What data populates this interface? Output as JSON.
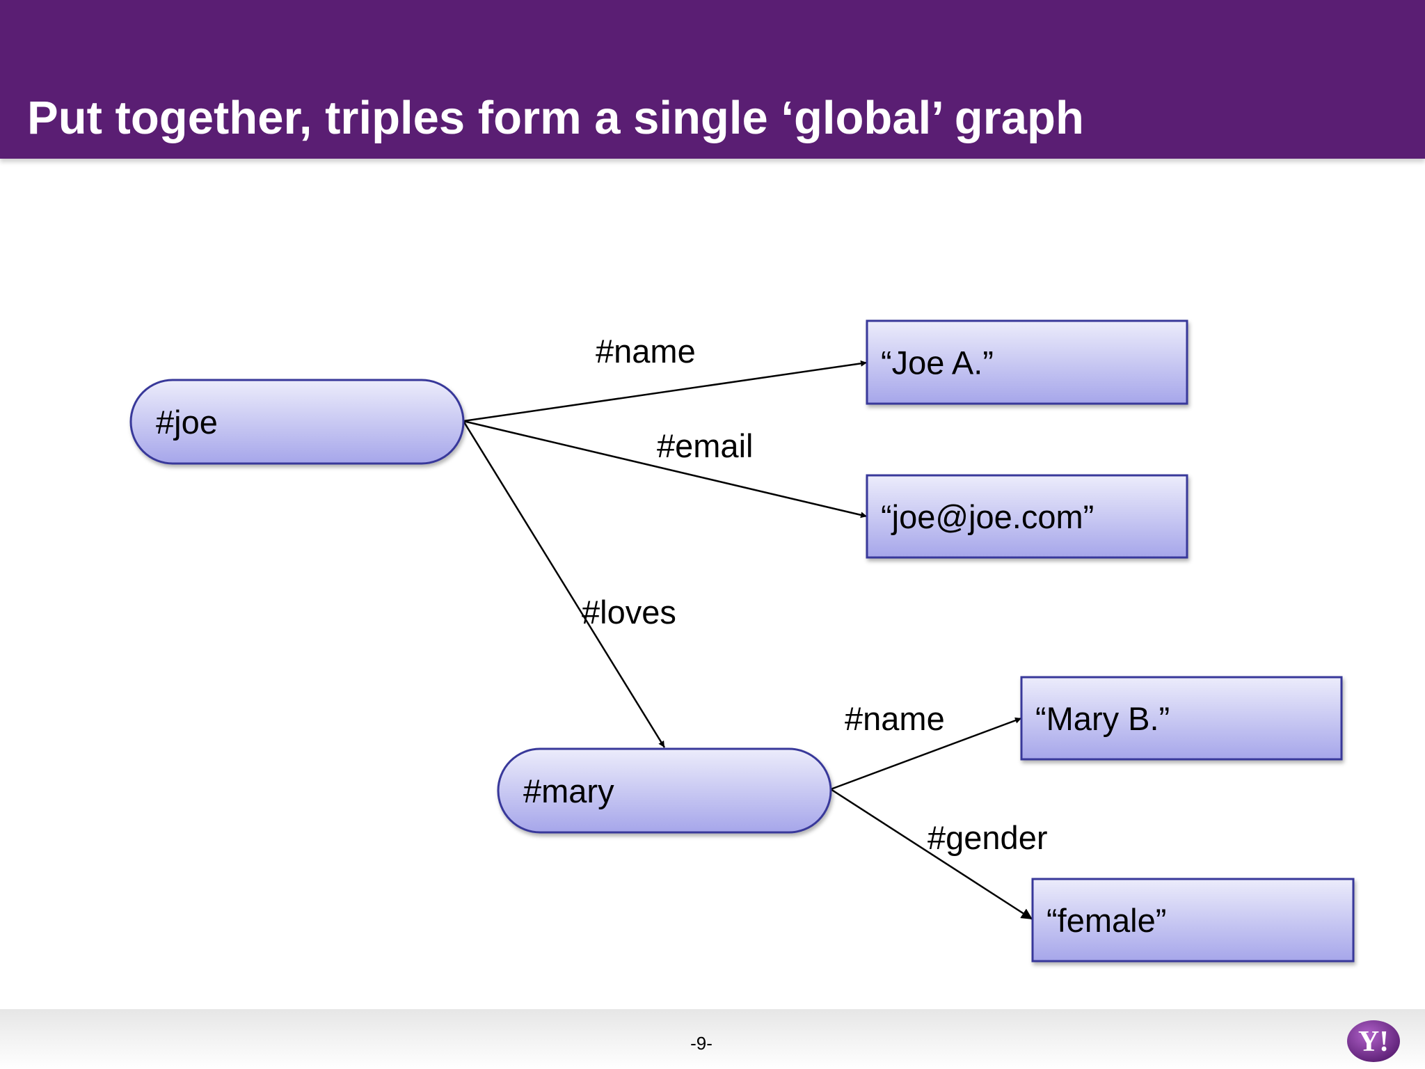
{
  "title": "Put together, triples form a single ‘global’ graph",
  "colors": {
    "header": "#5a1e73",
    "node_fill_top": "#ececfb",
    "node_fill_bottom": "#a6a6ea",
    "node_stroke": "#38399a",
    "edge": "#000000"
  },
  "nodes": [
    {
      "id": "joe",
      "label": "#joe",
      "shape": "rounded"
    },
    {
      "id": "joe_name",
      "label": "“Joe A.”",
      "shape": "rect"
    },
    {
      "id": "joe_email",
      "label": "“joe@joe.com”",
      "shape": "rect"
    },
    {
      "id": "mary",
      "label": "#mary",
      "shape": "rounded"
    },
    {
      "id": "mary_name",
      "label": "“Mary B.”",
      "shape": "rect"
    },
    {
      "id": "mary_gender",
      "label": "“female”",
      "shape": "rect"
    }
  ],
  "edges": [
    {
      "from": "joe",
      "to": "joe_name",
      "label": "#name"
    },
    {
      "from": "joe",
      "to": "joe_email",
      "label": "#email"
    },
    {
      "from": "joe",
      "to": "mary",
      "label": "#loves"
    },
    {
      "from": "mary",
      "to": "mary_name",
      "label": "#name"
    },
    {
      "from": "mary",
      "to": "mary_gender",
      "label": "#gender"
    }
  ],
  "footer": {
    "page_number": "-9-",
    "logo_text": "Y!",
    "logo_icon": "yahoo-logo-icon"
  }
}
